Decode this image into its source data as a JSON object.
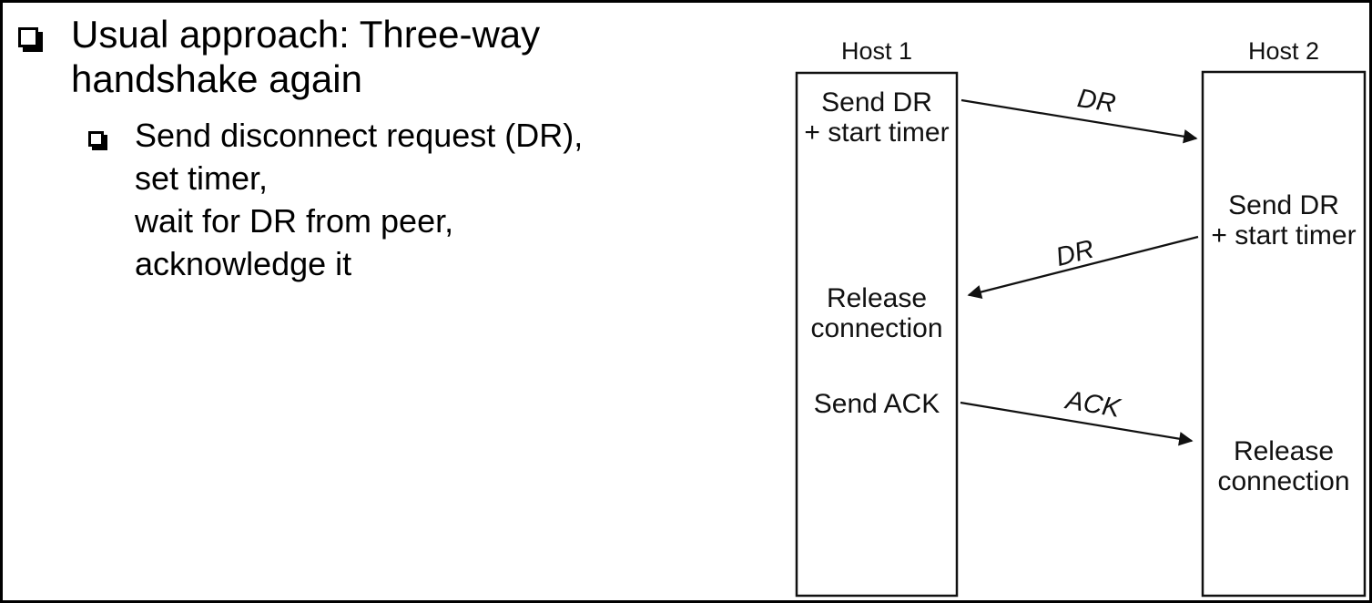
{
  "slide": {
    "background": "#ffffff",
    "border_color": "#000000",
    "text_color": "#000000",
    "main_bullet": {
      "marker": "shadowed-square",
      "lines": [
        "Usual approach: Three-way",
        "handshake again"
      ]
    },
    "sub_bullet": {
      "marker": "shadowed-square",
      "lines": [
        "Send disconnect request (DR),",
        "set timer,",
        "wait for DR from peer,",
        "acknowledge it"
      ]
    }
  },
  "diagram": {
    "host1": {
      "title": "Host 1",
      "events": {
        "send_dr": [
          "Send DR",
          "+ start timer"
        ],
        "release": [
          "Release",
          "connection"
        ],
        "send_ack": "Send ACK"
      }
    },
    "host2": {
      "title": "Host 2",
      "events": {
        "send_dr": [
          "Send DR",
          "+ start timer"
        ],
        "release": [
          "Release",
          "connection"
        ]
      }
    },
    "messages": [
      {
        "label": "DR",
        "from": "Host 1",
        "to": "Host 2"
      },
      {
        "label": "DR",
        "from": "Host 2",
        "to": "Host 1"
      },
      {
        "label": "ACK",
        "from": "Host 1",
        "to": "Host 2"
      }
    ]
  }
}
